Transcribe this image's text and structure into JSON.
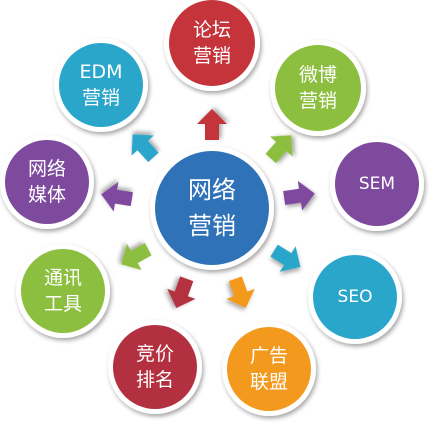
{
  "center": {
    "lines": [
      "网络",
      "营销"
    ],
    "color": "#2F72B8"
  },
  "nodes": [
    {
      "id": "forum",
      "lines": [
        "论坛",
        "营销"
      ],
      "color": "#C4343A",
      "arrow": "#C4343A"
    },
    {
      "id": "weibo",
      "lines": [
        "微博",
        "营销"
      ],
      "color": "#8CBF3F",
      "arrow": "#8CBF3F"
    },
    {
      "id": "sem",
      "lines": [
        "SEM"
      ],
      "color": "#7E4A9E",
      "arrow": "#7E4A9E"
    },
    {
      "id": "seo",
      "lines": [
        "SEO"
      ],
      "color": "#2BA6CB",
      "arrow": "#2BA6CB"
    },
    {
      "id": "ad-alliance",
      "lines": [
        "广告",
        "联盟"
      ],
      "color": "#F39A1E",
      "arrow": "#F39A1E"
    },
    {
      "id": "bidding",
      "lines": [
        "竞价",
        "排名"
      ],
      "color": "#B23040",
      "arrow": "#B23040"
    },
    {
      "id": "im-tools",
      "lines": [
        "通讯",
        "工具"
      ],
      "color": "#8CBF3F",
      "arrow": "#8CBF3F"
    },
    {
      "id": "media",
      "lines": [
        "网络",
        "媒体"
      ],
      "color": "#7E4A9E",
      "arrow": "#7E4A9E"
    },
    {
      "id": "edm",
      "lines": [
        "EDM",
        "营销"
      ],
      "color": "#2BA6CB",
      "arrow": "#2BA6CB"
    }
  ]
}
